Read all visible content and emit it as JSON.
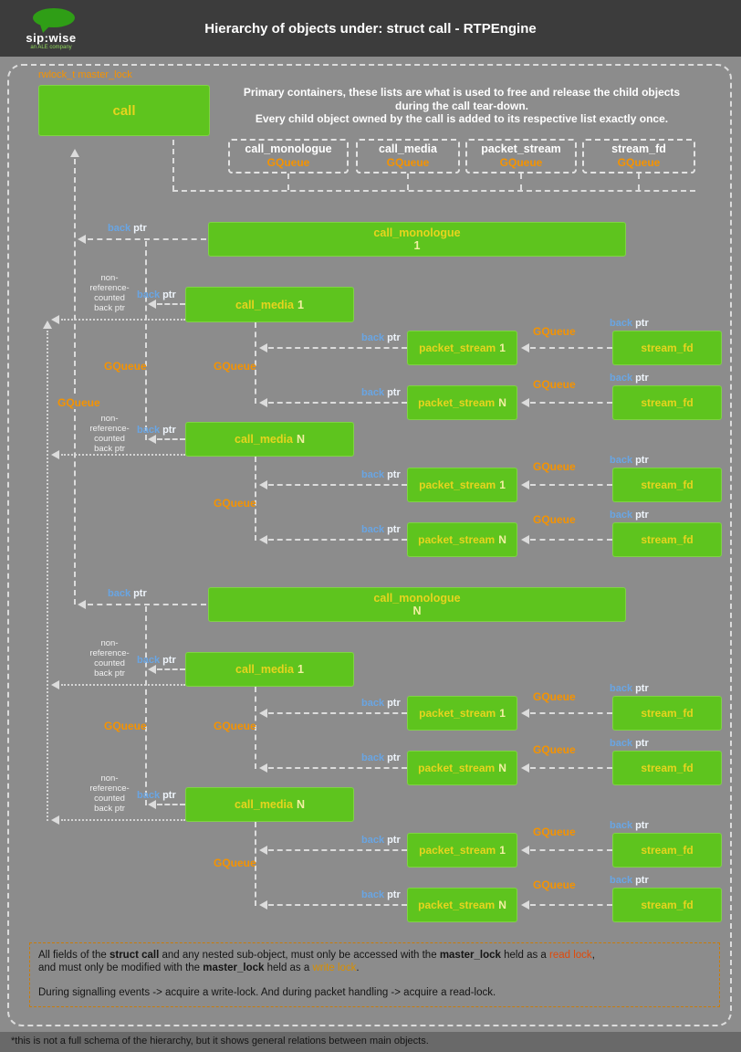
{
  "header": {
    "title": "Hierarchy of objects under: struct call - RTPEngine",
    "brand": "sip:wise",
    "brand_tagline": "an ALE company"
  },
  "intro": {
    "line1": "Primary containers, these lists are what is used to free and release the child objects",
    "line2": "during the call tear-down.",
    "line3": "Every child object owned by the call is added to its respective list exactly once."
  },
  "labels": {
    "master_lock": "rwlock_t master_lock",
    "gqueue": "GQueue",
    "back": "back",
    "ptr": "ptr",
    "nonref1": "non-",
    "nonref2": "reference-",
    "nonref3": "counted",
    "nonref4": "back ptr"
  },
  "names": {
    "call": "call",
    "call_monologue": "call_monologue",
    "call_media": "call_media",
    "packet_stream": "packet_stream",
    "stream_fd": "stream_fd",
    "one": "1",
    "n": "N"
  },
  "containers": [
    {
      "name": "call_monologue",
      "type": "GQueue"
    },
    {
      "name": "call_media",
      "type": "GQueue"
    },
    {
      "name": "packet_stream",
      "type": "GQueue"
    },
    {
      "name": "stream_fd",
      "type": "GQueue"
    }
  ],
  "legend": {
    "p1_1": "All fields of the ",
    "p1_b1": "struct call",
    "p1_2": " and any nested sub-object, must only be accessed with the ",
    "p1_b2": "master_lock",
    "p1_3": " held as a ",
    "p1_read": "read lock",
    "p1_4": ",",
    "p2_1": "and must only be modified with the ",
    "p2_b1": "master_lock",
    "p2_2": " held as a ",
    "p2_write": "write lock",
    "p2_3": ".",
    "p3": "During signalling events -> acquire a write-lock. And during packet handling -> acquire a read-lock."
  },
  "footnote": "*this is not a full schema of the hierarchy, but it shows general relations between main objects.",
  "colors": {
    "node_green": "#5ec41e",
    "node_text_yellow": "#e6d41e",
    "gqueue_orange": "#f59300",
    "back_ptr_blue": "#69a5e3",
    "read_lock": "#e04a0a",
    "write_lock": "#d88f00",
    "header_bg": "#3c3c3c",
    "body_bg": "#8c8c8c"
  }
}
